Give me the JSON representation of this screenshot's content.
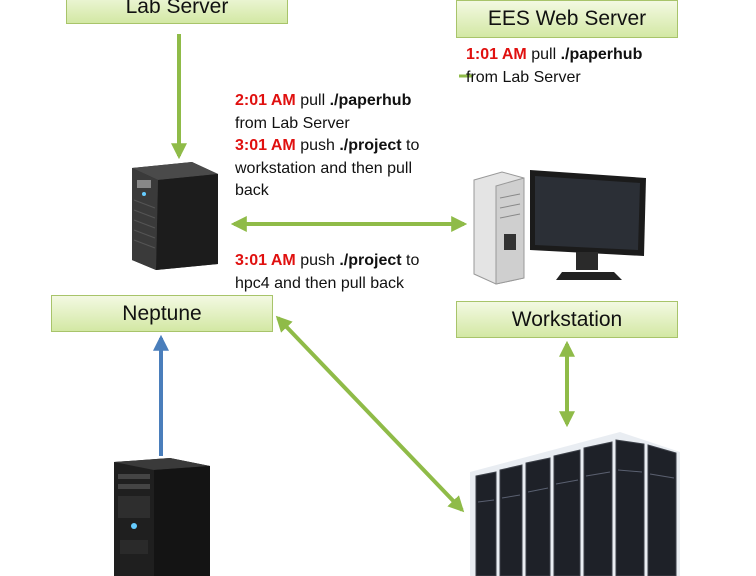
{
  "boxes": {
    "lab_server": "Lab Server",
    "ees_web_server": "EES Web Server",
    "neptune": "Neptune",
    "workstation": "Workstation"
  },
  "notes": {
    "ees": {
      "time": "1:01 AM",
      "verb": " pull ",
      "path": "./paperhub",
      "rest": "from Lab Server"
    },
    "lab1": {
      "time": "2:01 AM",
      "verb": " pull ",
      "path": "./paperhub",
      "rest": "from Lab Server"
    },
    "lab2": {
      "time": "3:01 AM",
      "verb": " push ",
      "path": "./project",
      "suffix": " to",
      "line2": "workstation and then pull",
      "line3": "back"
    },
    "lab3": {
      "time": "3:01 AM",
      "verb": " push ",
      "path": "./project",
      "suffix": " to",
      "line2": "hpc4 and then pull back"
    }
  },
  "colors": {
    "arrow_green": "#8fbb48",
    "arrow_blue": "#4a7ebb",
    "time_red": "#e0100f",
    "box_border": "#a8c46a"
  },
  "icons": [
    "tower-server-icon",
    "desktop-computer-icon",
    "tower-workstation-icon",
    "server-rack-cluster-icon"
  ]
}
